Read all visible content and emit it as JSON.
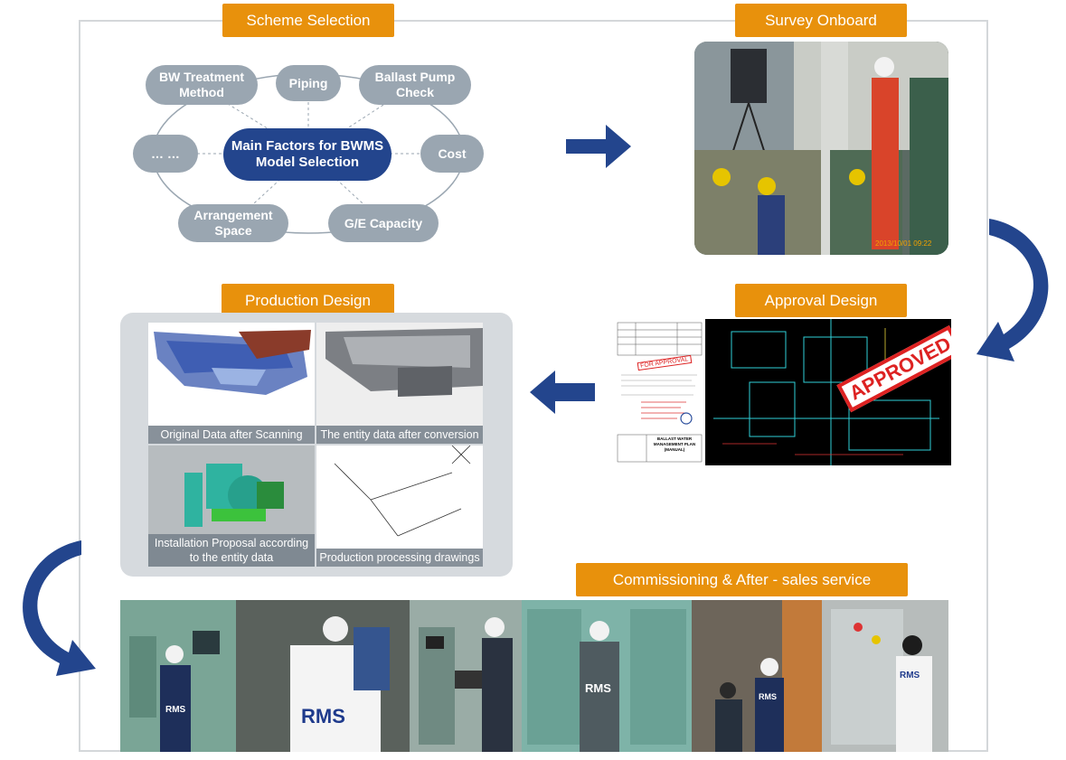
{
  "stages": {
    "scheme": "Scheme Selection",
    "survey": "Survey Onboard",
    "approval": "Approval Design",
    "production": "Production Design",
    "commissioning": "Commissioning & After - sales service"
  },
  "factors": {
    "center": "Main Factors for BWMS Model Selection",
    "bw_treatment": "BW Treatment Method",
    "piping": "Piping",
    "ballast_pump": "Ballast Pump Check",
    "cost": "Cost",
    "ge_capacity": "G/E Capacity",
    "arrangement": "Arrangement Space",
    "more": "… …"
  },
  "production_tiles": {
    "t1": "Original Data after Scanning",
    "t2": "The entity data after conversion",
    "t3": "Installation Proposal according to the entity data",
    "t4": "Production processing drawings"
  },
  "approval_doc": {
    "stamp_small": "FOR APPROVAL",
    "stamp_big": "APPROVED",
    "doc_title": "BALLAST WATER MANAGEMENT PLAN (MANUAL)"
  },
  "brand": "RMS",
  "colors": {
    "accent": "#e8910c",
    "navy": "#23458d",
    "pill": "#9aa6b1",
    "panel": "#d6dade"
  }
}
